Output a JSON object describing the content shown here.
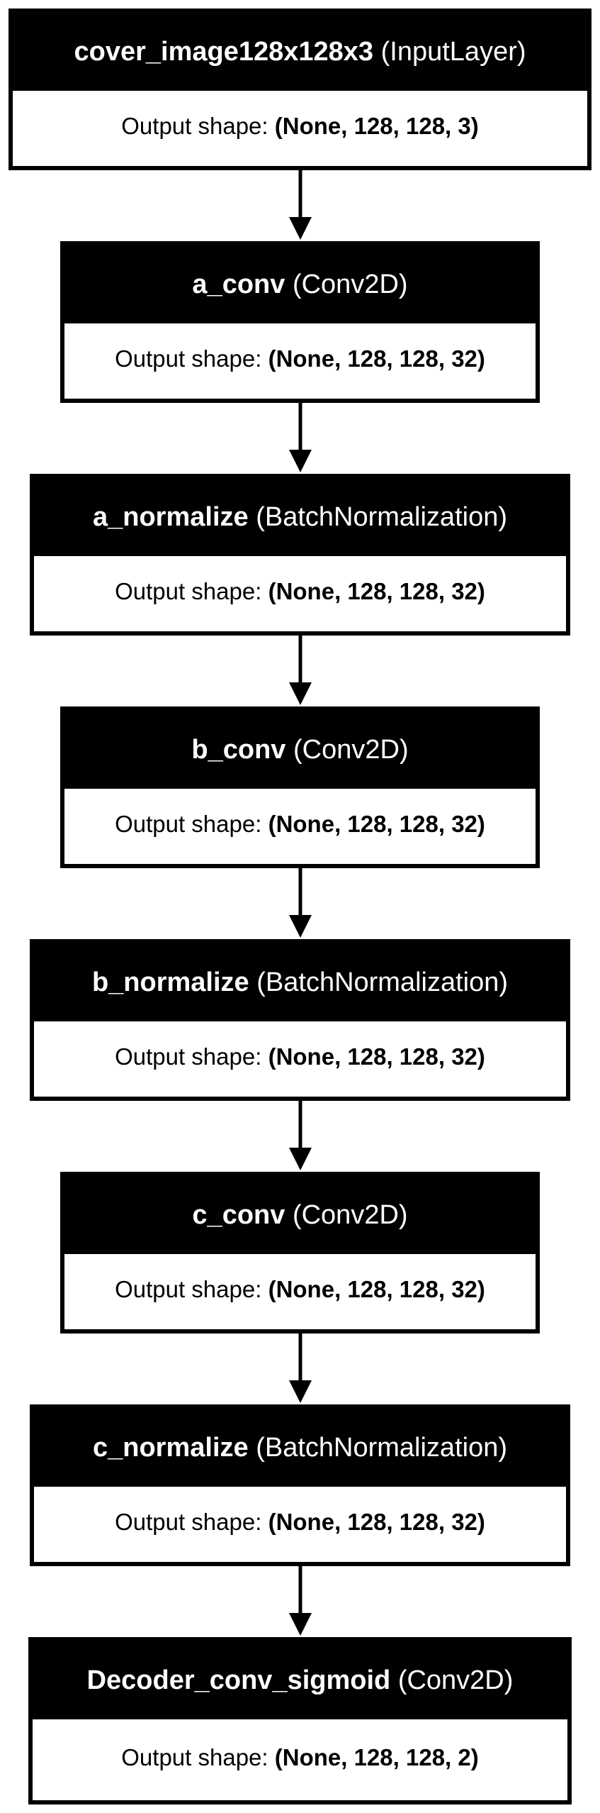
{
  "layers": [
    {
      "name": "cover_image128x128x3",
      "type": "(InputLayer)",
      "output_label": "Output shape:",
      "output_shape": "(None, 128, 128, 3)"
    },
    {
      "name": "a_conv",
      "type": "(Conv2D)",
      "output_label": "Output shape:",
      "output_shape": "(None, 128, 128, 32)"
    },
    {
      "name": "a_normalize",
      "type": "(BatchNormalization)",
      "output_label": "Output shape:",
      "output_shape": "(None, 128, 128, 32)"
    },
    {
      "name": "b_conv",
      "type": "(Conv2D)",
      "output_label": "Output shape:",
      "output_shape": "(None, 128, 128, 32)"
    },
    {
      "name": "b_normalize",
      "type": "(BatchNormalization)",
      "output_label": "Output shape:",
      "output_shape": "(None, 128, 128, 32)"
    },
    {
      "name": "c_conv",
      "type": "(Conv2D)",
      "output_label": "Output shape:",
      "output_shape": "(None, 128, 128, 32)"
    },
    {
      "name": "c_normalize",
      "type": "(BatchNormalization)",
      "output_label": "Output shape:",
      "output_shape": "(None, 128, 128, 32)"
    },
    {
      "name": "Decoder_conv_sigmoid",
      "type": "(Conv2D)",
      "output_label": "Output shape:",
      "output_shape": "(None, 128, 128, 2)"
    }
  ]
}
